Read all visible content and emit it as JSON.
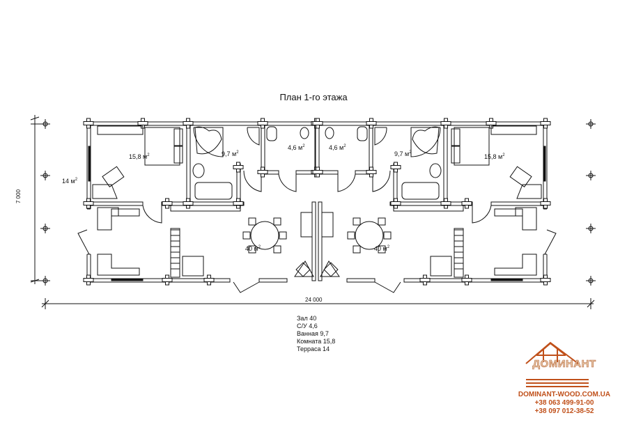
{
  "title": "План 1-го этажа",
  "rooms": {
    "left": {
      "bedroom": "15,8 м",
      "bath": "9,7 м",
      "wc": "4,6 м",
      "terrace": "14 м",
      "hall": "40 м"
    },
    "right": {
      "bedroom": "15,8 м",
      "bath": "9,7 м",
      "wc": "4,6 м",
      "hall": "40 м"
    },
    "sup": "2"
  },
  "dimensions": {
    "height": "7 000",
    "width": "24 000"
  },
  "legend": [
    "Зал 40",
    "С/У 4,6",
    "Ванная 9,7",
    "Комната 15,8",
    "Терраса 14"
  ],
  "logo": {
    "name": "ДОМИНАНТ",
    "site": "DOMINANT-WOOD.COM.UA",
    "phones": [
      "+38 063 499-91-00",
      "+38 097 012-38-52"
    ],
    "colors": {
      "brand": "#c0501a",
      "light": "#e6c8a8"
    }
  }
}
